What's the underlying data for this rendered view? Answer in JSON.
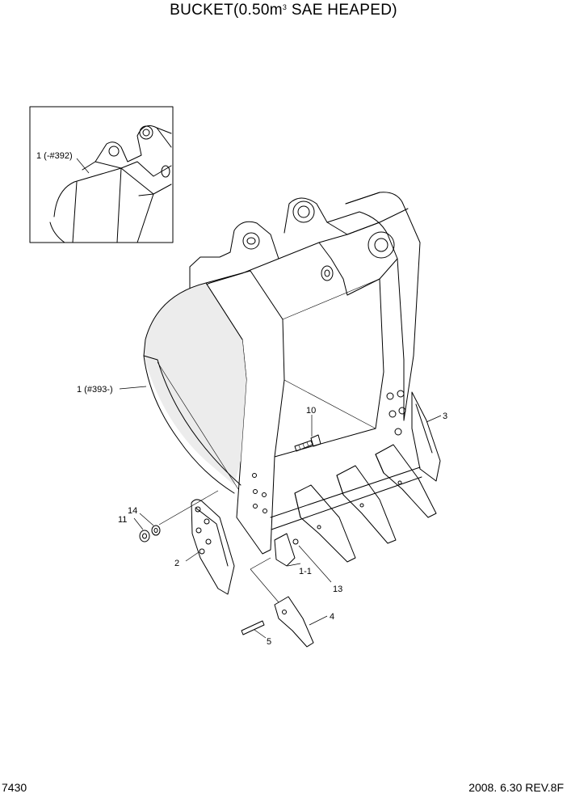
{
  "title": {
    "main": "BUCKET(0.50m",
    "superscript": "3",
    "rest": " SAE HEAPED)"
  },
  "footer": {
    "page_number": "7430",
    "revision": "2008. 6.30  REV.8F"
  },
  "callouts": {
    "inset_part": "1 (-#392)",
    "main_part": "1 (#393-)",
    "p2": "2",
    "p3": "3",
    "p4": "4",
    "p5": "5",
    "p10": "10",
    "p11": "11",
    "p13": "13",
    "p14": "14",
    "p1_1": "1-1"
  }
}
